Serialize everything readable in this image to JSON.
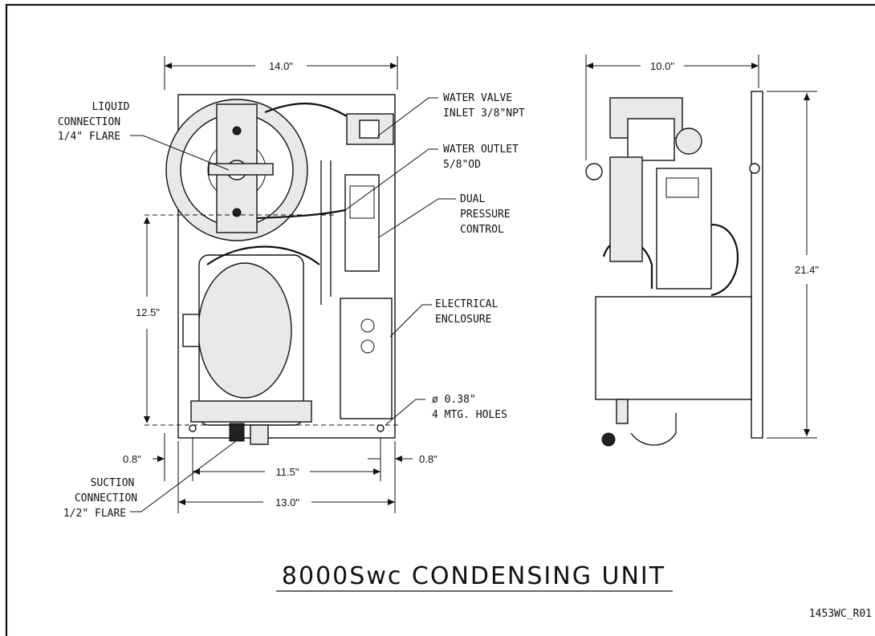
{
  "title": "8000Swc CONDENSING UNIT",
  "drawing_code": "1453WC_R01",
  "callouts": {
    "liquid_connection": [
      "LIQUID",
      "CONNECTION",
      "1/4\" FLARE"
    ],
    "water_valve": [
      "WATER VALVE",
      "INLET 3/8\"NPT"
    ],
    "water_outlet": [
      "WATER OUTLET",
      "5/8\"OD"
    ],
    "dual_pressure": [
      "DUAL",
      "PRESSURE",
      "CONTROL"
    ],
    "electrical": [
      "ELECTRICAL",
      "ENCLOSURE"
    ],
    "holes": [
      "ø 0.38\"",
      "4 MTG. HOLES"
    ],
    "suction_connection": [
      "SUCTION",
      "CONNECTION",
      "1/2\" FLARE"
    ]
  },
  "dimensions": {
    "front_width": "14.0\"",
    "front_height": "12.5\"",
    "bottom_left_offset": "0.8\"",
    "bottom_right_offset": "0.8\"",
    "hole_spacing": "11.5\"",
    "base_width": "13.0\"",
    "side_width": "10.0\"",
    "side_height": "21.4\""
  }
}
